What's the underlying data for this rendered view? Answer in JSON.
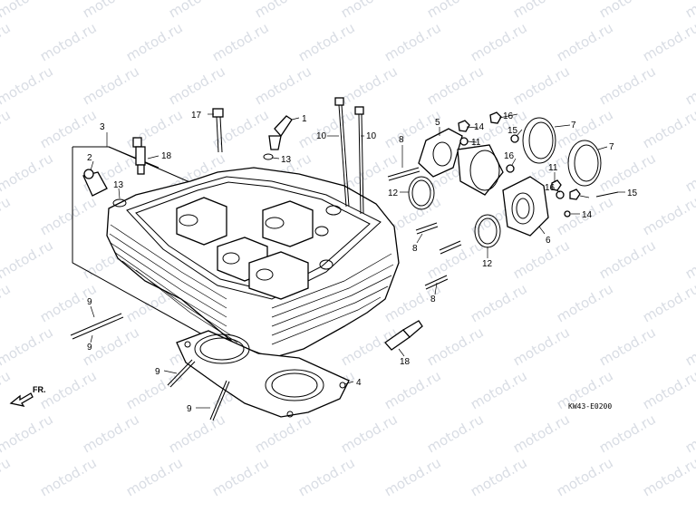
{
  "watermark": {
    "text": "motod.ru",
    "color": "#d9dde4"
  },
  "diagram_code": "KW43-E0200",
  "direction_label": "FR.",
  "callouts": [
    {
      "id": "c3",
      "label": "3"
    },
    {
      "id": "c2",
      "label": "2"
    },
    {
      "id": "c13a",
      "label": "13"
    },
    {
      "id": "c18a",
      "label": "18"
    },
    {
      "id": "c17",
      "label": "17"
    },
    {
      "id": "c1",
      "label": "1"
    },
    {
      "id": "c13b",
      "label": "13"
    },
    {
      "id": "c10a",
      "label": "10"
    },
    {
      "id": "c10b",
      "label": "10"
    },
    {
      "id": "c5",
      "label": "5"
    },
    {
      "id": "c14a",
      "label": "14"
    },
    {
      "id": "c16a",
      "label": "16"
    },
    {
      "id": "c11a",
      "label": "11"
    },
    {
      "id": "c15a",
      "label": "15"
    },
    {
      "id": "c7a",
      "label": "7"
    },
    {
      "id": "c7b",
      "label": "7"
    },
    {
      "id": "c8a",
      "label": "8"
    },
    {
      "id": "c12a",
      "label": "12"
    },
    {
      "id": "c8b",
      "label": "8"
    },
    {
      "id": "c16b",
      "label": "16"
    },
    {
      "id": "c11b",
      "label": "11"
    },
    {
      "id": "c16c",
      "label": "16"
    },
    {
      "id": "c15b",
      "label": "15"
    },
    {
      "id": "c14b",
      "label": "14"
    },
    {
      "id": "c6",
      "label": "6"
    },
    {
      "id": "c12b",
      "label": "12"
    },
    {
      "id": "c8c",
      "label": "8"
    },
    {
      "id": "c9a",
      "label": "9"
    },
    {
      "id": "c9b",
      "label": "9"
    },
    {
      "id": "c18b",
      "label": "18"
    },
    {
      "id": "c9c",
      "label": "9"
    },
    {
      "id": "c4",
      "label": "4"
    },
    {
      "id": "c9d",
      "label": "9"
    }
  ]
}
